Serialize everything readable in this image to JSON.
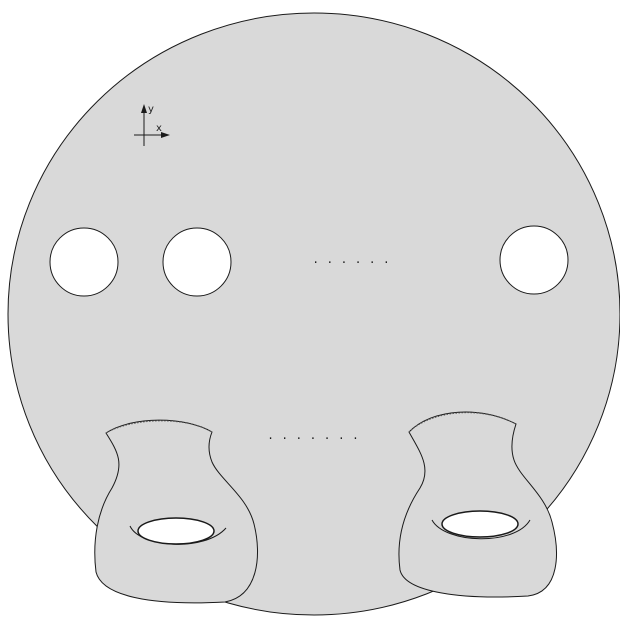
{
  "figure": {
    "axes": {
      "x_label": "x",
      "y_label": "y"
    },
    "holes": {
      "visible_count": 3,
      "ellipsis": "......"
    },
    "handles": {
      "visible_count": 2,
      "ellipsis": "......."
    },
    "colors": {
      "surface_fill": "#d9d9d9",
      "stroke": "#1a1a1a",
      "hole_fill": "#ffffff"
    }
  }
}
